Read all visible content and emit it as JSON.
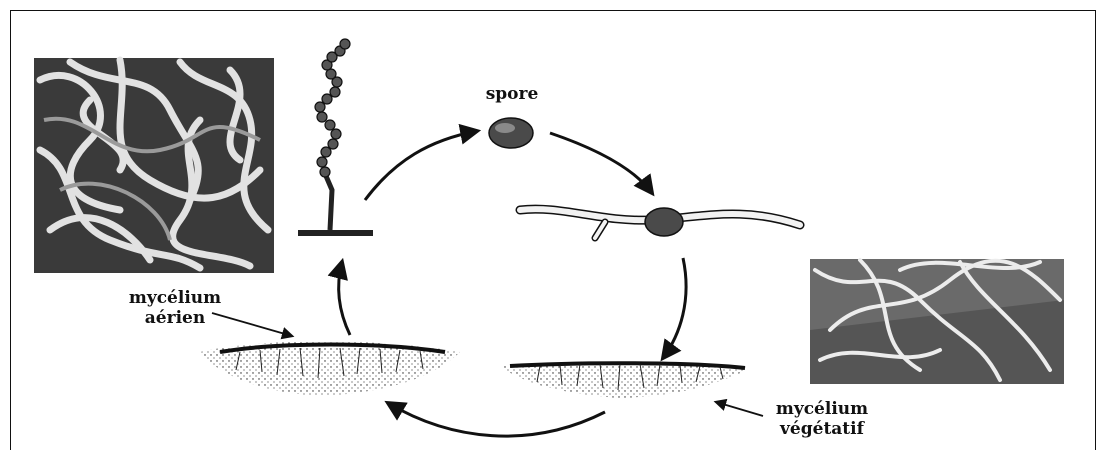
{
  "labels": {
    "spore": "spore",
    "aerial_line1": "mycélium",
    "aerial_line2": "aérien",
    "vegetative_line1": "mycélium",
    "vegetative_line2": "végétatif"
  },
  "colors": {
    "ink": "#111111",
    "micrograph_dark": "#2a2a2a",
    "micrograph_light": "#d8d8d8"
  }
}
